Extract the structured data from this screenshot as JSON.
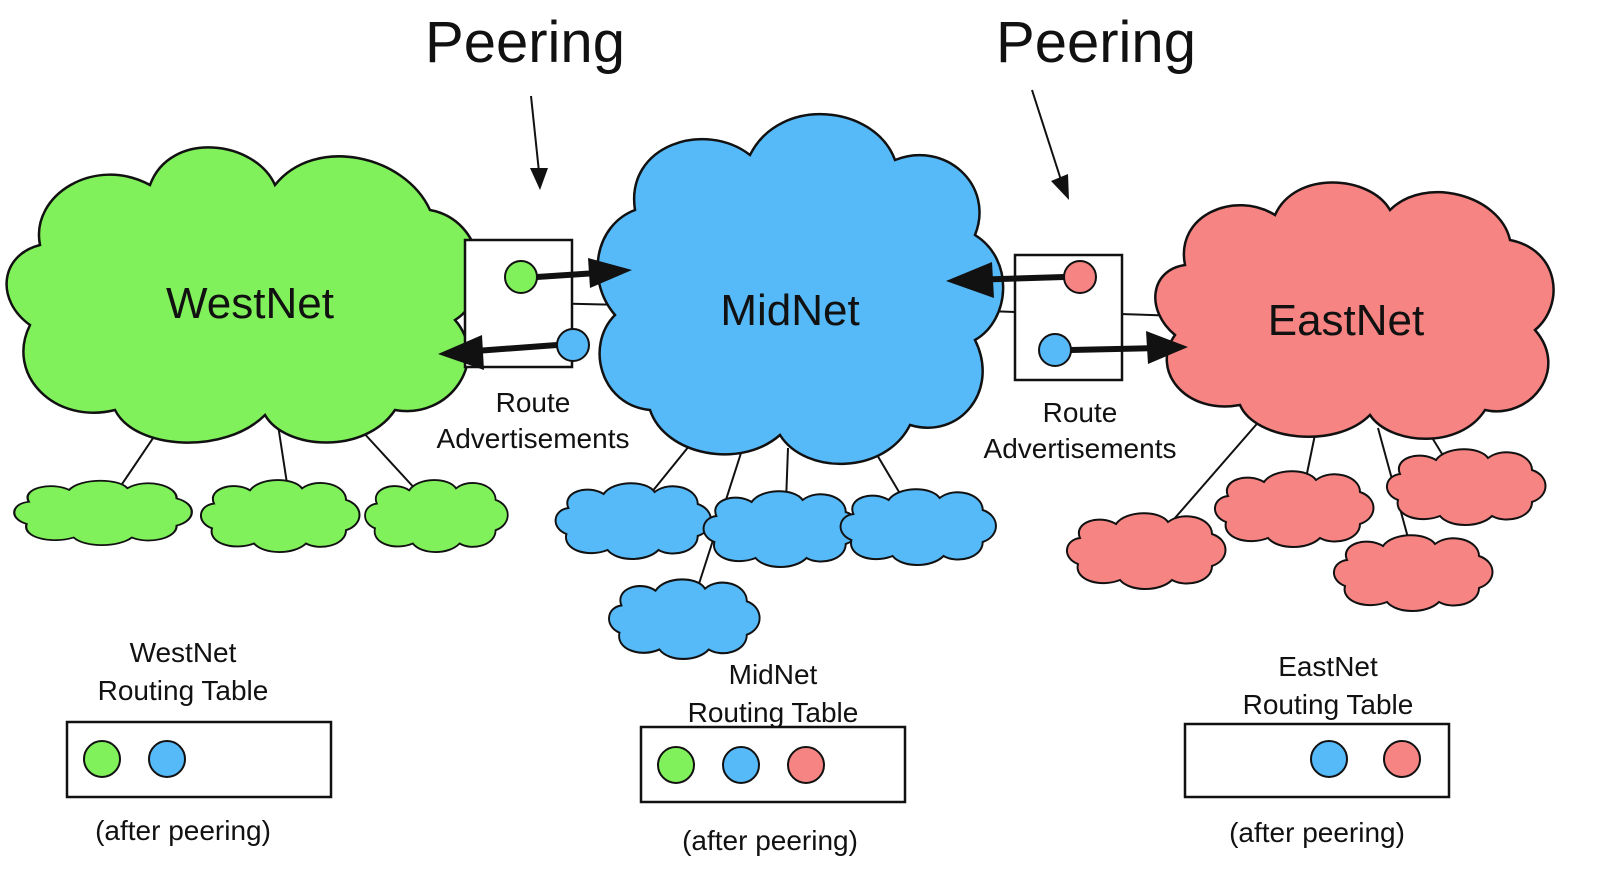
{
  "peering": [
    {
      "label": "Peering"
    },
    {
      "label": "Peering"
    }
  ],
  "networks": {
    "west": {
      "name": "WestNet",
      "color": "#80f15a"
    },
    "mid": {
      "name": "MidNet",
      "color": "#56b9f8"
    },
    "east": {
      "name": "EastNet",
      "color": "#f68483"
    }
  },
  "advertisements": [
    {
      "line1": "Route",
      "line2": "Advertisements"
    },
    {
      "line1": "Route",
      "line2": "Advertisements"
    }
  ],
  "tables": {
    "west": {
      "line1": "WestNet",
      "line2": "Routing Table",
      "note": "(after peering)",
      "routes": [
        "west",
        "mid"
      ]
    },
    "mid": {
      "line1": "MidNet",
      "line2": "Routing Table",
      "note": "(after peering)",
      "routes": [
        "west",
        "mid",
        "east"
      ]
    },
    "east": {
      "line1": "EastNet",
      "line2": "Routing Table",
      "note": "(after peering)",
      "routes": [
        "mid",
        "east"
      ]
    }
  }
}
